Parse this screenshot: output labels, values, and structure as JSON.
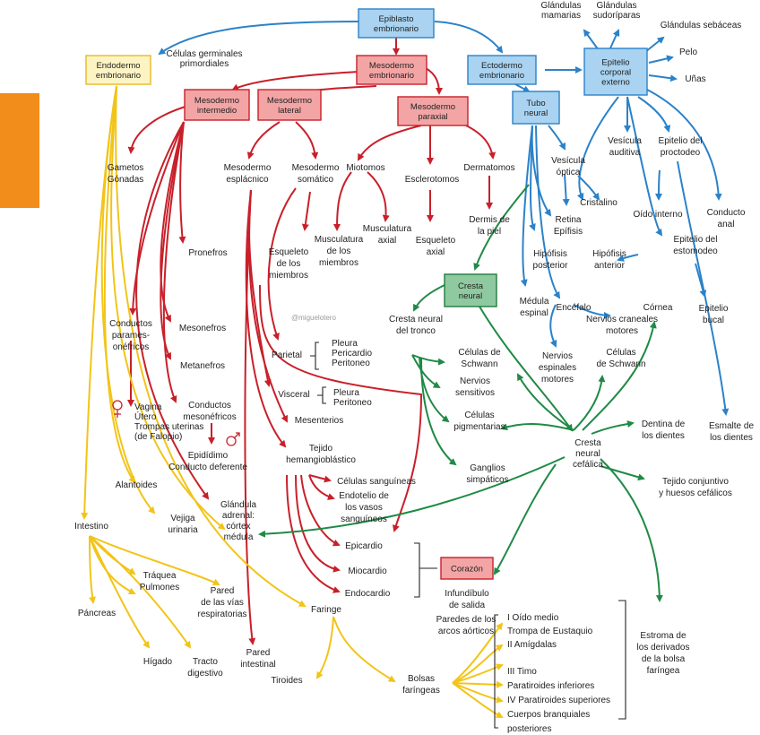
{
  "colors": {
    "ectoderm": "#2b82c9",
    "mesoderm": "#c8202a",
    "endoderm": "#f2c418",
    "neural_crest": "#1f8a45",
    "side_tab": "#f28c1a"
  },
  "watermark": "@miguelotero",
  "boxes": {
    "epiblasto": [
      "Epiblasto",
      "embrionario"
    ],
    "endodermo": [
      "Endodermo",
      "embrionario"
    ],
    "mesodermo": [
      "Mesodermo",
      "embrionario"
    ],
    "ectodermo": [
      "Ectodermo",
      "embrionario"
    ],
    "epitelio_corporal": [
      "Epitelio",
      "corporal",
      "externo"
    ],
    "tubo_neural": [
      "Tubo",
      "neural"
    ],
    "meso_intermedio": [
      "Mesodermo",
      "intermedio"
    ],
    "meso_lateral": [
      "Mesodermo",
      "lateral"
    ],
    "meso_paraxial": [
      "Mesodermo",
      "paraxial"
    ],
    "cresta_neural": [
      "Cresta",
      "neural"
    ],
    "corazon": [
      "Corazón"
    ]
  },
  "labels": {
    "glandulas_mamarias": [
      "Glándulas",
      "mamarias"
    ],
    "glandulas_sudoriparas": [
      "Glándulas",
      "sudoríparas"
    ],
    "glandulas_sebaceas": [
      "Glándulas sebáceas"
    ],
    "pelo": [
      "Pelo"
    ],
    "unas": [
      "Uñas"
    ],
    "celulas_germinales": [
      "Células germinales",
      "primordiales"
    ],
    "gametos": [
      "Gametos",
      "Gónadas"
    ],
    "meso_esplacnico": [
      "Mesodermo",
      "esplácnico"
    ],
    "meso_somatico": [
      "Mesodermo",
      "somático"
    ],
    "miotomos": [
      "Miotomos"
    ],
    "esclerotomos": [
      "Esclerotomos"
    ],
    "dermatomos": [
      "Dermatomos"
    ],
    "vesicula_optica": [
      "Vesícula",
      "óptica"
    ],
    "vesicula_auditiva": [
      "Vesícula",
      "auditiva"
    ],
    "epitelio_proctodeo": [
      "Epitelio del",
      "proctodeo"
    ],
    "cristalino": [
      "Cristalino"
    ],
    "oido_interno": [
      "Oído interno"
    ],
    "conducto_anal": [
      "Conducto",
      "anal"
    ],
    "retina": [
      "Retina",
      "Epífisis"
    ],
    "musculatura_axial": [
      "Musculatura",
      "axial"
    ],
    "musculatura_miembros": [
      "Musculatura",
      "de los",
      "miembros"
    ],
    "esqueleto_axial": [
      "Esqueleto",
      "axial"
    ],
    "dermis": [
      "Dermis de",
      "la piel"
    ],
    "esqueleto_miembros": [
      "Esqueleto",
      "de los",
      "miembros"
    ],
    "pronefros": [
      "Pronefros"
    ],
    "hipofisis_posterior": [
      "Hipófisis",
      "posterior"
    ],
    "hipofisis_anterior": [
      "Hipófisis",
      "anterior"
    ],
    "epitelio_estomodeo": [
      "Epitelio del",
      "estomodeo"
    ],
    "epitelio_bucal": [
      "Epitelio",
      "bucal"
    ],
    "cresta_tronco": [
      "Cresta neural",
      "del tronco"
    ],
    "medula_espinal": [
      "Médula",
      "espinal"
    ],
    "encefalo": [
      "Encéfalo"
    ],
    "nervios_craneales": [
      "Nervios craneales",
      "motores"
    ],
    "cornea": [
      "Córnea"
    ],
    "conductos_paramesonefricos": [
      "Conductos",
      "parames-",
      "onéfricos"
    ],
    "mesonefros": [
      "Mesonefros"
    ],
    "metanefros": [
      "Metanefros"
    ],
    "parietal": [
      "Parietal"
    ],
    "parietal_items": [
      "Pleura",
      "Pericardio",
      "Peritoneo"
    ],
    "celulas_schwann_1": [
      "Células de",
      "Schwann"
    ],
    "nervios_espinales": [
      "Nervios",
      "espinales",
      "motores"
    ],
    "celulas_schwann_2": [
      "Células",
      "de Schwann"
    ],
    "nervios_sensitivos": [
      "Nervios",
      "sensitivos"
    ],
    "visceral": [
      "Visceral"
    ],
    "visceral_items": [
      "Pleura",
      "Peritoneo"
    ],
    "celulas_pigmentarias": [
      "Células",
      "pigmentarias"
    ],
    "female_ducts": [
      "Vagina",
      "Útero",
      "Trompas uterinas",
      "(de Falopio)"
    ],
    "conductos_mesonefricos": [
      "Conductos",
      "mesonéfricos"
    ],
    "mesenterios": [
      "Mesenterios"
    ],
    "dentina": [
      "Dentina de",
      "los dientes"
    ],
    "esmalte": [
      "Esmalte de",
      "los dientes"
    ],
    "cresta_cefalica": [
      "Cresta",
      "neural",
      "cefálica"
    ],
    "male_ducts": [
      "Epidídimo",
      "Conducto deferente"
    ],
    "tejido_hemangio": [
      "Tejido",
      "hemangioblástico"
    ],
    "ganglios": [
      "Ganglios",
      "simpáticos"
    ],
    "celulas_sanguineas": [
      "Células sanguíneas"
    ],
    "tejido_conjuntivo": [
      "Tejido conjuntivo",
      "y huesos cefálicos"
    ],
    "alantoides": [
      "Alantoides"
    ],
    "endotelio": [
      "Endotelio de",
      "los vasos",
      "sanguíneos"
    ],
    "glandula_adrenal": [
      "Glándula",
      "adrenal:",
      "córtex",
      "médula"
    ],
    "vejiga": [
      "Vejiga",
      "urinaria"
    ],
    "intestino": [
      "Intestino"
    ],
    "epicardio": [
      "Epicardio"
    ],
    "miocardio": [
      "Miocardio"
    ],
    "endocardio": [
      "Endocardio"
    ],
    "traquea": [
      "Tráquea",
      "Pulmones"
    ],
    "pared_vias": [
      "Pared",
      "de las vías",
      "respiratorias"
    ],
    "faringe": [
      "Faringe"
    ],
    "infundibulo": [
      "Infundíbulo",
      "de salida"
    ],
    "paredes_arcos": [
      "Paredes de los",
      "arcos aórticos"
    ],
    "pancreas": [
      "Páncreas"
    ],
    "pouch_derivatives_1": [
      "I Oído medio",
      "Trompa de Eustaquio",
      "II Amígdalas"
    ],
    "estroma": [
      "Estroma de",
      "los derivados",
      "de la bolsa",
      "faríngea"
    ],
    "higado": [
      "Hígado"
    ],
    "tracto_digestivo": [
      "Tracto",
      "digestivo"
    ],
    "pared_intestinal": [
      "Pared",
      "intestinal"
    ],
    "tiroides": [
      "Tiroides"
    ],
    "bolsas_faringeas": [
      "Bolsas",
      "faríngeas"
    ],
    "pouch_derivatives_2": [
      "III Timo",
      "Paratiroides inferiores",
      "IV Paratiroides superiores",
      "Cuerpos branquiales",
      "posteriores"
    ]
  }
}
